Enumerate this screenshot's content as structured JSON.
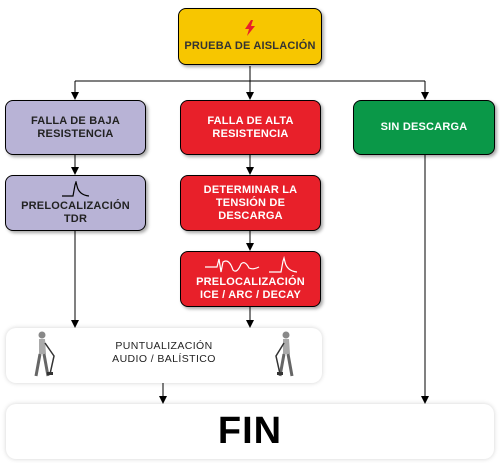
{
  "nodes": {
    "prueba": {
      "label": "PRUEBA DE AISLACIÓN",
      "color": "#f7c600",
      "text_color": "#333333",
      "icon": "lightning-bolt-icon"
    },
    "baja": {
      "label": "FALLA DE BAJA\nRESISTENCIA",
      "color": "#b8b3d6",
      "text_color": "#222222"
    },
    "alta": {
      "label": "FALLA DE ALTA\nRESISTENCIA",
      "color": "#e8202a",
      "text_color": "#ffffff"
    },
    "sin": {
      "label": "SIN DESCARGA",
      "color": "#0a9848",
      "text_color": "#ffffff"
    },
    "tdr": {
      "label": "PRELOCALIZACIÓN\nTDR",
      "color": "#b8b3d6",
      "text_color": "#222222",
      "icon": "tdr-pulse-icon"
    },
    "determinar": {
      "label": "DETERMINAR LA\nTENSIÓN DE\nDESCARGA",
      "color": "#e8202a",
      "text_color": "#ffffff"
    },
    "ice": {
      "label": "PRELOCALIZACIÓN\nICE / ARC / DECAY",
      "color": "#e8202a",
      "text_color": "#ffffff",
      "icon": "waveform-icon"
    },
    "puntualizacion": {
      "label": "PUNTUALIZACIÓN\nAUDIO / BALÍSTICO",
      "icon": "walking-technician-icon"
    },
    "fin": {
      "label": "FIN"
    }
  },
  "edges": [
    [
      "prueba",
      "baja"
    ],
    [
      "prueba",
      "alta"
    ],
    [
      "prueba",
      "sin"
    ],
    [
      "baja",
      "tdr"
    ],
    [
      "alta",
      "determinar"
    ],
    [
      "determinar",
      "ice"
    ],
    [
      "tdr",
      "puntualizacion"
    ],
    [
      "ice",
      "puntualizacion"
    ],
    [
      "puntualizacion",
      "fin"
    ],
    [
      "sin",
      "fin"
    ]
  ]
}
